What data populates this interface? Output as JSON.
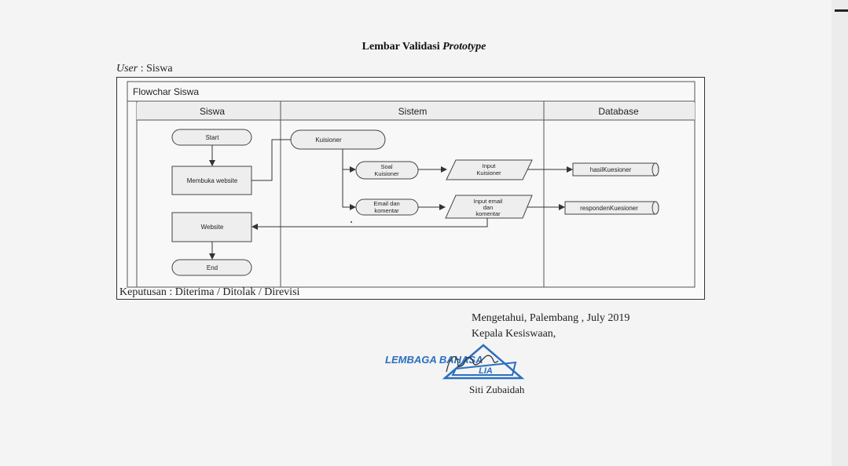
{
  "document": {
    "title_main": "Lembar Validasi",
    "title_italic": "Prototype",
    "user_label": "User",
    "user_value": ": Siswa",
    "decision": "Keputusan : Diterima / Ditolak / Direvisi"
  },
  "flowchart": {
    "title": "Flowchar Siswa",
    "lanes": [
      "Siswa",
      "Sistem",
      "Database"
    ],
    "nodes": {
      "start": "Start",
      "membuka": "Membuka website",
      "website": "Website",
      "end": "End",
      "kuisioner": "Kuisioner",
      "soal_1": "Soal",
      "soal_2": "Kuisioner",
      "input_k_1": "Input",
      "input_k_2": "Kuisioner",
      "email_1": "Email dan",
      "email_2": "komentar",
      "input_e_1": "Input email",
      "input_e_2": "dan",
      "input_e_3": "komentar",
      "db_hasil": "hasilKuesioner",
      "db_responden": "respondenKuesioner"
    }
  },
  "signature": {
    "line1": "Mengetahui, Palembang , July 2019",
    "line2": "Kepala Kesiswaan,",
    "stamp_text": "LEMBAGA BAHASA",
    "stamp_logo": "LIA",
    "name": "Siti Zubaidah"
  },
  "colors": {
    "stamp_blue": "#2a6fc0",
    "paper": "#f4f4f4"
  }
}
